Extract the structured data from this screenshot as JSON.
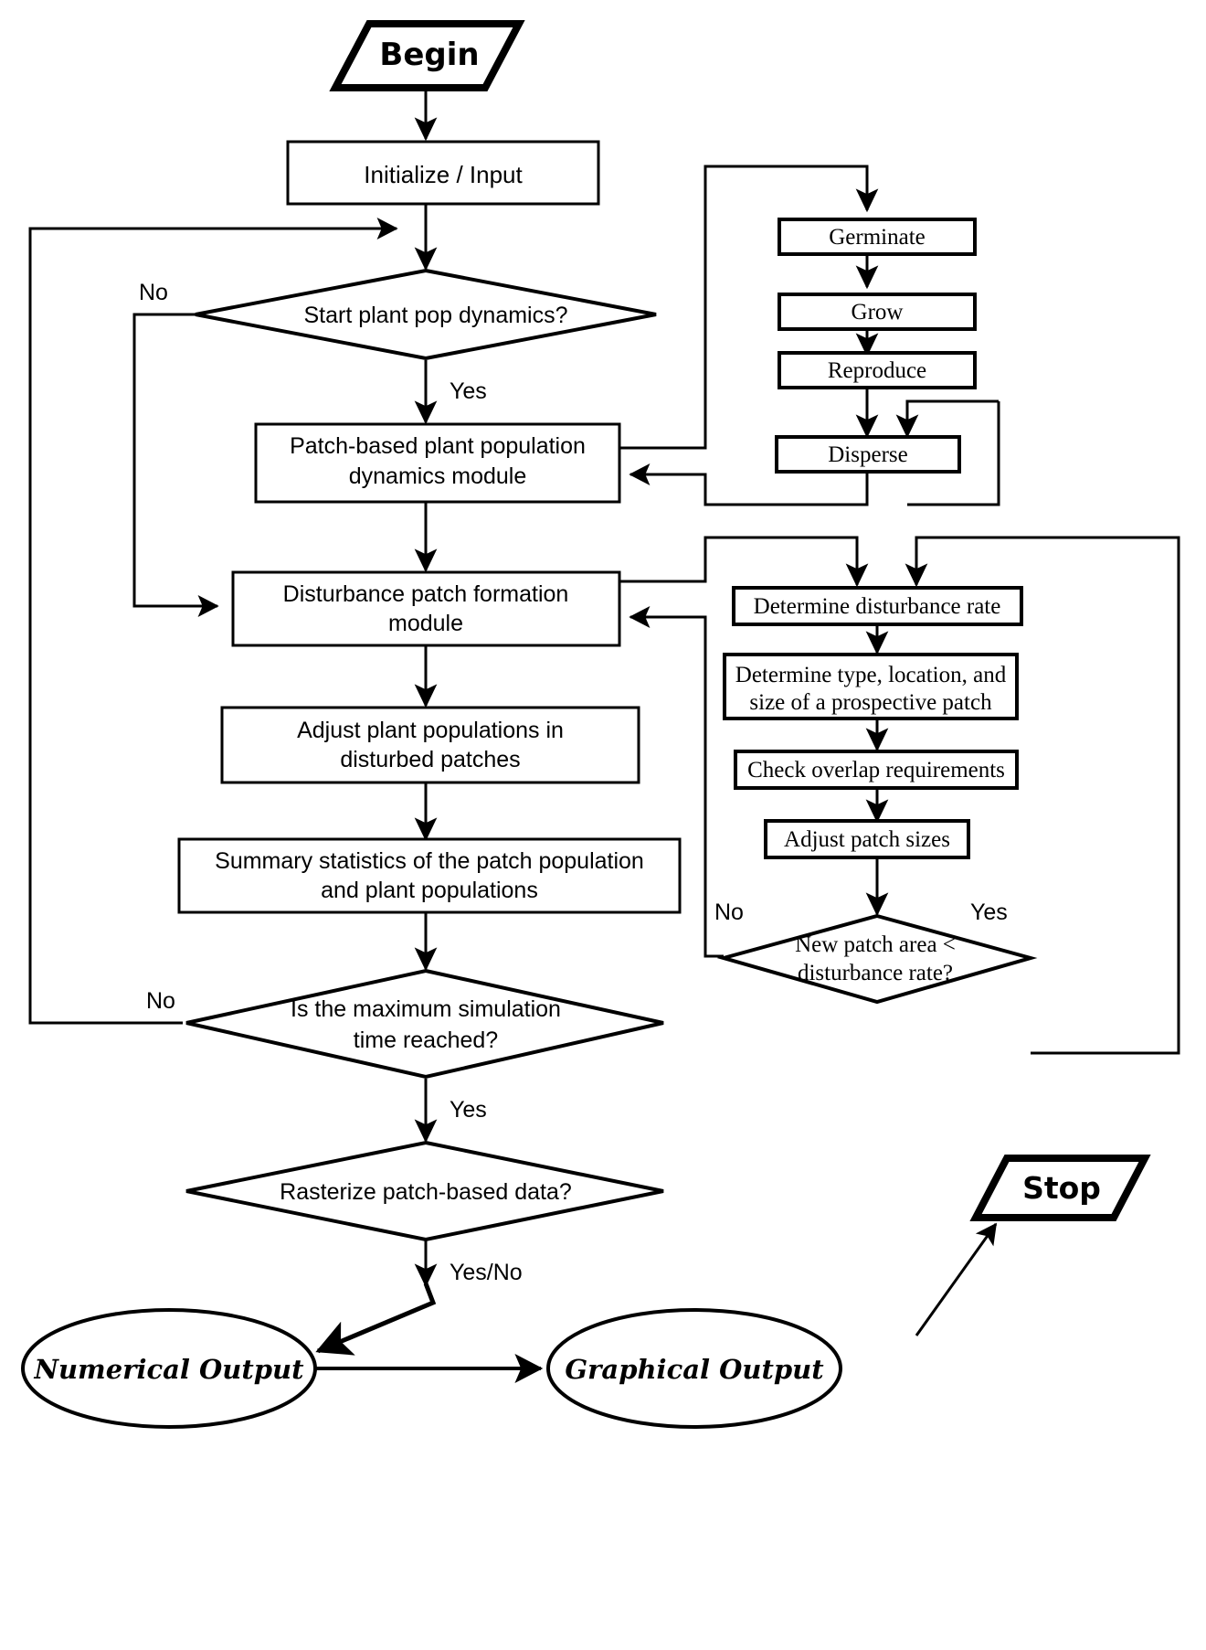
{
  "diagram": {
    "title": "Simulation model flowchart",
    "type": "flowchart",
    "colors": {
      "stroke": "#000000",
      "fill": "#ffffff",
      "text": "#000000"
    }
  },
  "terminators": {
    "begin": "Begin",
    "stop": "Stop"
  },
  "main_flow": {
    "initialize": "Initialize / Input",
    "start_decision": "Start plant pop dynamics?",
    "plant_module_line1": "Patch-based plant population",
    "plant_module_line2": "dynamics module",
    "disturbance_module_line1": "Disturbance patch formation",
    "disturbance_module_line2": "module",
    "adjust_line1": "Adjust plant populations in",
    "adjust_line2": "disturbed patches",
    "summary_line1": "Summary statistics of the patch population",
    "summary_line2": "and plant populations",
    "max_time_line1": "Is the maximum simulation",
    "max_time_line2": "time reached?",
    "rasterize_decision": "Rasterize patch-based data?"
  },
  "outputs": {
    "numerical": "Numerical Output",
    "graphical": "Graphical Output"
  },
  "plant_submodule": {
    "steps": [
      "Germinate",
      "Grow",
      "Reproduce",
      "Disperse"
    ]
  },
  "disturbance_submodule": {
    "steps": [
      "Determine disturbance rate",
      "Check overlap requirements",
      "Adjust patch sizes"
    ],
    "determine_patch_line1": "Determine type, location, and",
    "determine_patch_line2": "size of a prospective patch",
    "patch_area_decision_line1": "New patch area <",
    "patch_area_decision_line2": "disturbance rate?"
  },
  "edge_labels": {
    "start_no": "No",
    "start_yes": "Yes",
    "max_time_no": "No",
    "max_time_yes": "Yes",
    "rasterize_yesno": "Yes/No",
    "patch_area_no": "No",
    "patch_area_yes": "Yes"
  }
}
